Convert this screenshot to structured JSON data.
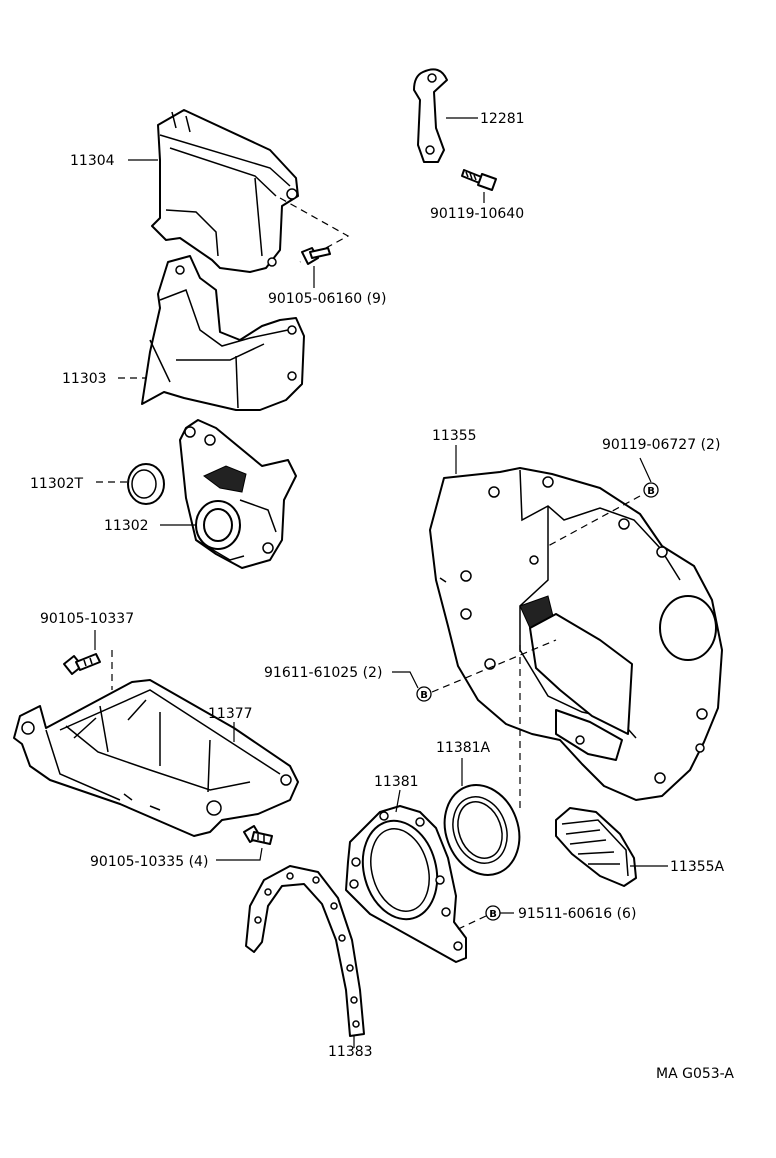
{
  "labels": {
    "p12281": "12281",
    "p90119_10640": "90119-10640",
    "p11304": "11304",
    "p90105_06160": "90105-06160 (9)",
    "p11303": "11303",
    "p11355": "11355",
    "p90119_06727": "90119-06727 (2)",
    "p11302t": "11302T",
    "p11302": "11302",
    "p90105_10337": "90105-10337",
    "p91611_61025": "91611-61025 (2)",
    "p11377": "11377",
    "p11381a": "11381A",
    "p11381": "11381",
    "p11355a": "11355A",
    "p90105_10335": "90105-10335 (4)",
    "p91511_60616": "91511-60616 (6)",
    "p11383": "11383",
    "ref_code": "MA G053-A"
  },
  "markers": {
    "b": "B"
  },
  "icons": [
    "bolt-icon",
    "reference-marker-icon"
  ]
}
